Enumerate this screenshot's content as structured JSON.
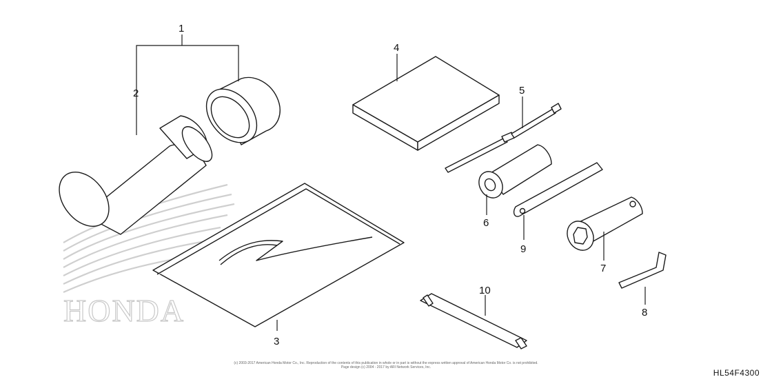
{
  "diagram": {
    "watermark_text": "HONDA",
    "callouts": [
      {
        "id": "1",
        "label": "1"
      },
      {
        "id": "2",
        "label": "2"
      },
      {
        "id": "3",
        "label": "3"
      },
      {
        "id": "4",
        "label": "4"
      },
      {
        "id": "5",
        "label": "5"
      },
      {
        "id": "6",
        "label": "6"
      },
      {
        "id": "7",
        "label": "7"
      },
      {
        "id": "8",
        "label": "8"
      },
      {
        "id": "9",
        "label": "9"
      },
      {
        "id": "10",
        "label": "10"
      }
    ],
    "copyright_line1": "(c) 2003-2017 American Honda Motor Co., Inc. Reproduction of the contents of this publication in whole or in part is without the express written approval of American Honda Motor Co. is not prohibited.",
    "copyright_line2": "Page design (c) 2004 - 2017 by ARI Network Services, Inc.",
    "diagram_code": "HL54F4300"
  }
}
